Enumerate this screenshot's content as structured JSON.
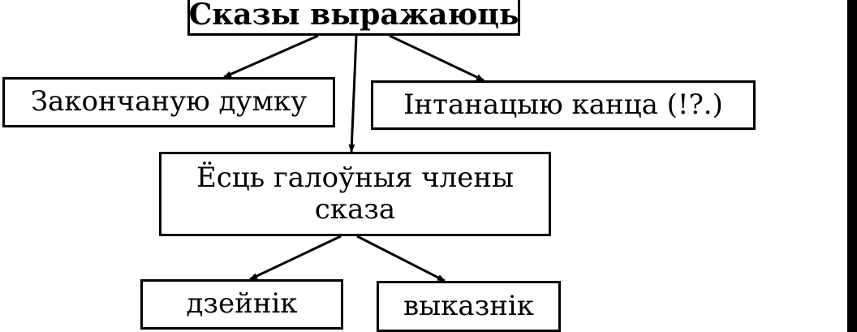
{
  "diagram": {
    "root": "Сказы выражаюць",
    "thought": "Закончаную думку",
    "intonation": "Інтанацыю канца (!?.)",
    "members": "Ёсць галоўныя члены сказа",
    "subject": "дзейнік",
    "predicate": "выказнік"
  },
  "colors": {
    "line": "#000000",
    "background": "#ffffff"
  }
}
